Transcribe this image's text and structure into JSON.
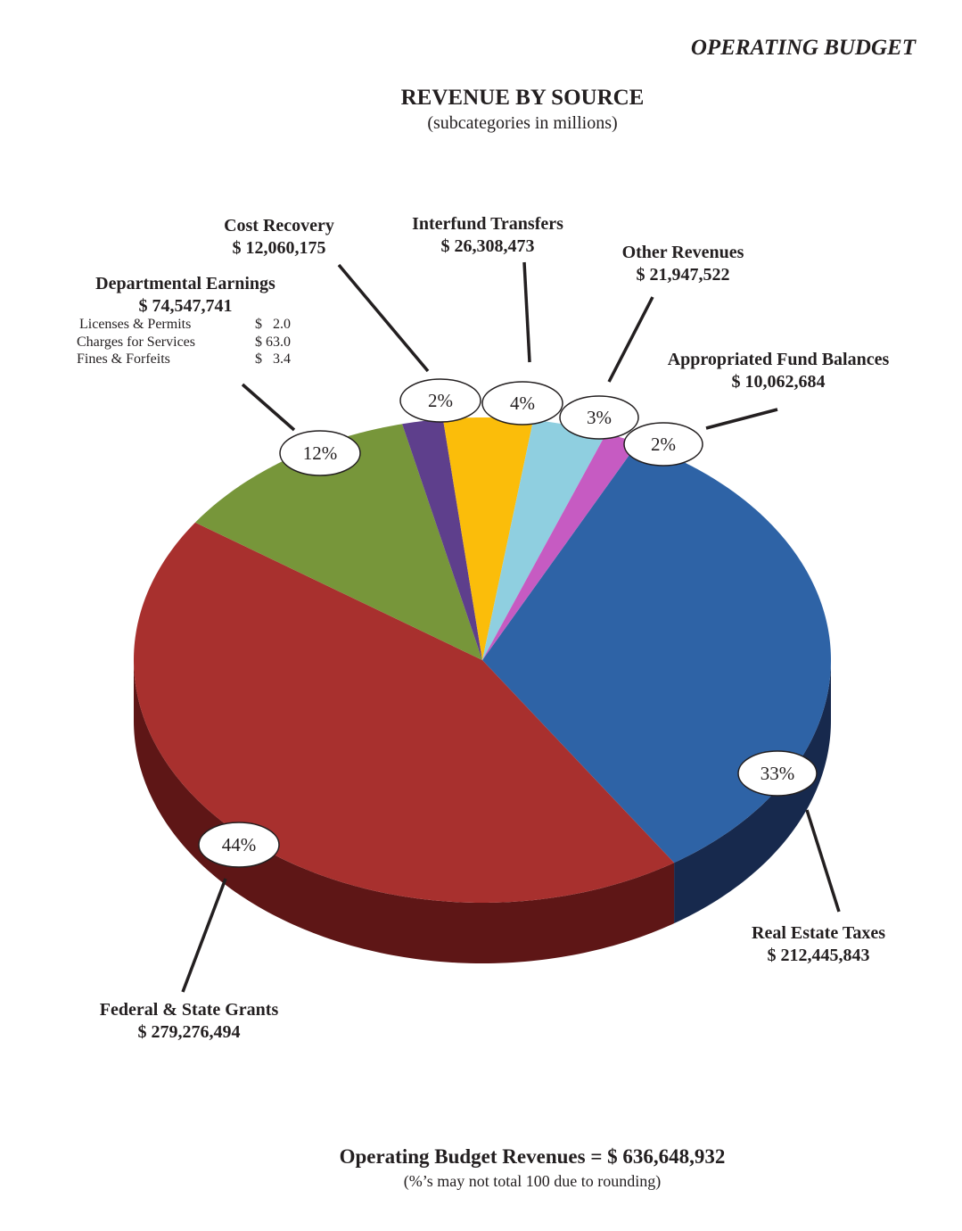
{
  "header": "OPERATING BUDGET",
  "chart_data": {
    "type": "pie",
    "title": "REVENUE BY SOURCE",
    "subtitle": "(subcategories in millions)",
    "slices": [
      {
        "name": "Real Estate Taxes",
        "amount": "$ 212,445,843",
        "value": 212445843,
        "pct": "33%",
        "color": "#2e63a6",
        "side": "#17294d"
      },
      {
        "name": "Federal & State Grants",
        "amount": "$ 279,276,494",
        "value": 279276494,
        "pct": "44%",
        "color": "#a8302e",
        "side": "#5e1616"
      },
      {
        "name": "Departmental Earnings",
        "amount": "$ 74,547,741",
        "value": 74547741,
        "pct": "12%",
        "color": "#77963a",
        "side": "#445520"
      },
      {
        "name": "Cost Recovery",
        "amount": "$ 12,060,175",
        "value": 12060175,
        "pct": "2%",
        "color": "#5e3f8c",
        "side": "#35234f"
      },
      {
        "name": "Interfund Transfers",
        "amount": "$ 26,308,473",
        "value": 26308473,
        "pct": "4%",
        "color": "#fbbd0a",
        "side": "#8a6700"
      },
      {
        "name": "Other Revenues",
        "amount": "$ 21,947,522",
        "value": 21947522,
        "pct": "3%",
        "color": "#8fcfe0",
        "side": "#4d7a86"
      },
      {
        "name": "Appropriated Fund Balances",
        "amount": "$ 10,062,684",
        "value": 10062684,
        "pct": "2%",
        "color": "#c65bc2",
        "side": "#6e2e6b"
      }
    ],
    "departmental_subcategories": [
      {
        "name": "Licenses & Permits",
        "value": "$   2.0"
      },
      {
        "name": "Charges for Services",
        "value": "$ 63.0"
      },
      {
        "name": "Fines & Forfeits",
        "value": "$   3.4"
      }
    ]
  },
  "footer": {
    "total": "Operating Budget Revenues = $ 636,648,932",
    "note": "(%’s may not total 100 due to rounding)"
  }
}
